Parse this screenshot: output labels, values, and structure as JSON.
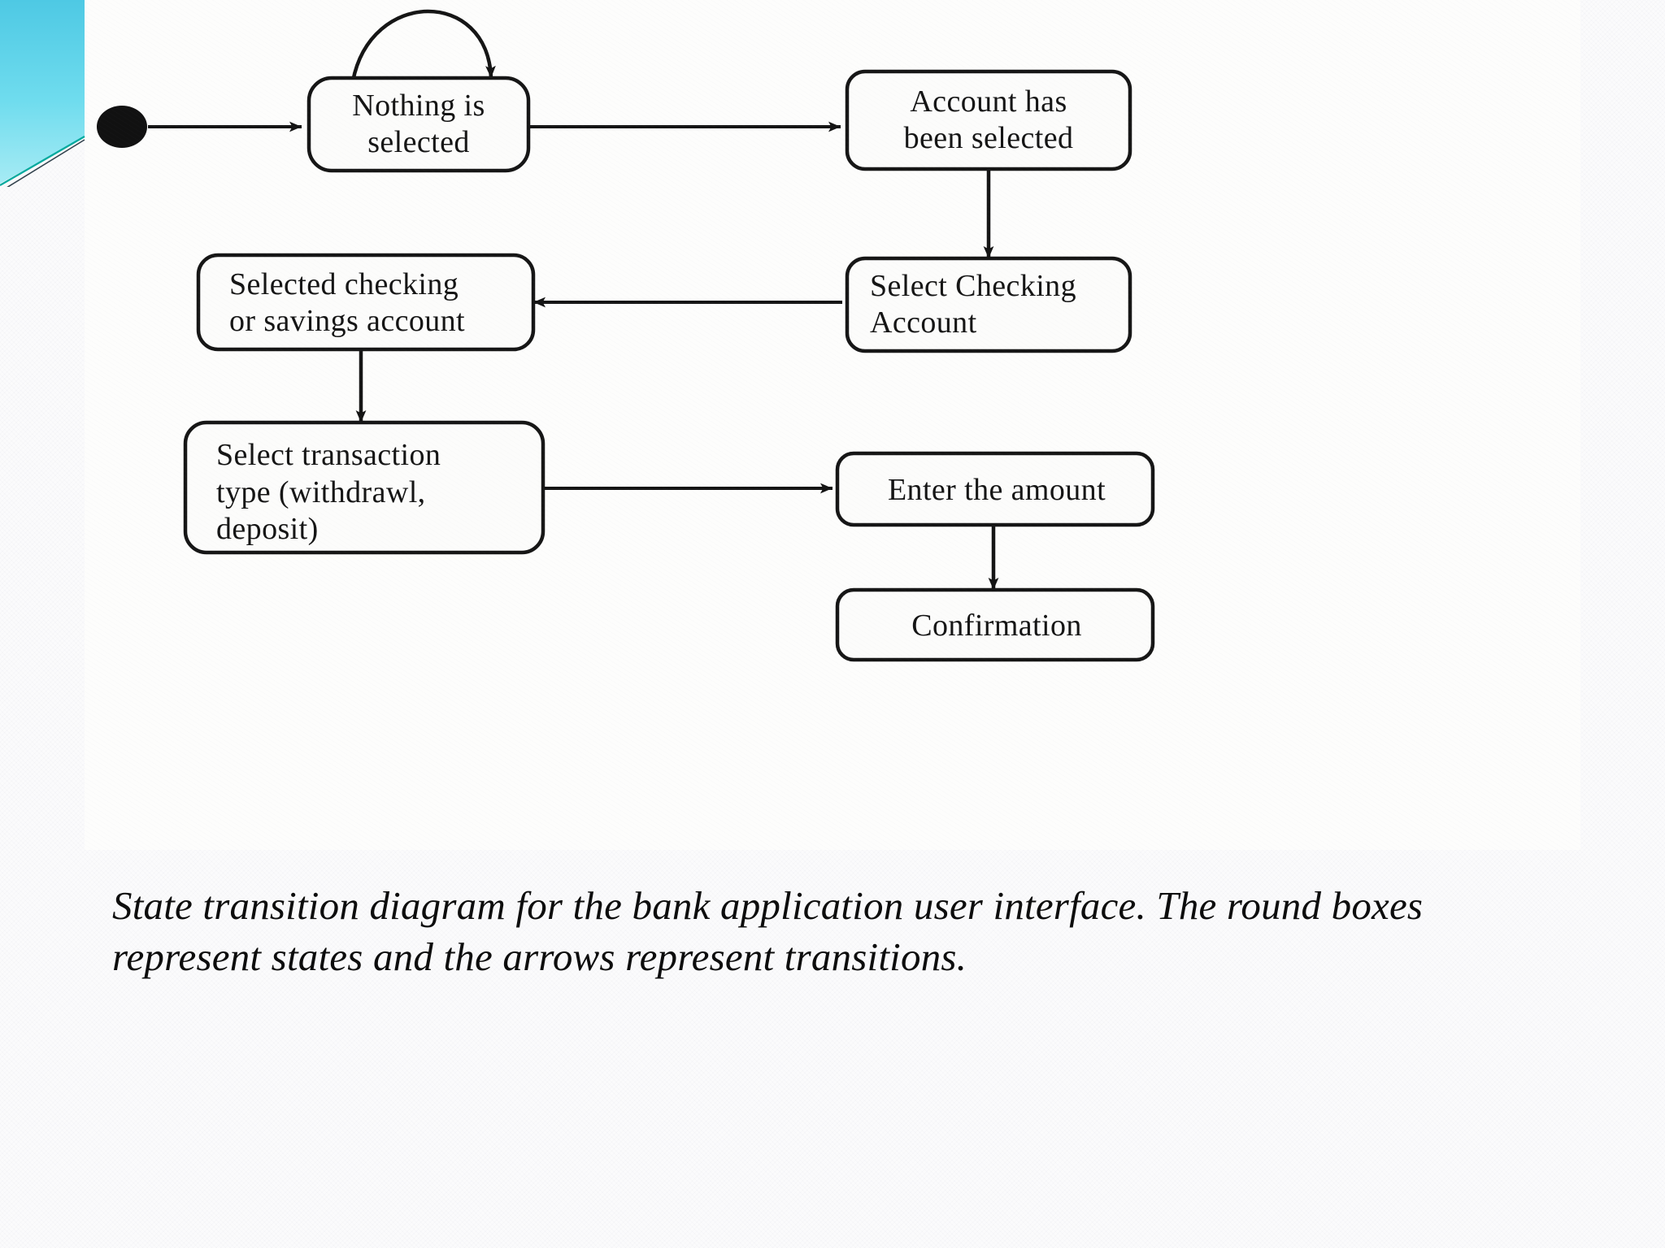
{
  "slide": {
    "background_color": "#fbfbfc",
    "figure_background_color": "#fdfdfc"
  },
  "decoration": {
    "name": "corner-ribbon",
    "colors": {
      "cyan_top": "#5fd3e8",
      "cyan_bottom": "#8fe4f0",
      "teal_line": "#00a99d",
      "dark_line": "#3a4a55"
    }
  },
  "caption": {
    "line1": "State transition diagram for the bank application user interface. The round boxes",
    "line2": "represent states and the arrows represent transitions."
  },
  "chart_data": {
    "type": "diagram",
    "diagram_kind": "uml-state-transition-diagram",
    "title": "State transition diagram for the bank application user interface",
    "nodes": [
      {
        "id": "start",
        "kind": "initial-state",
        "label": ""
      },
      {
        "id": "nothing",
        "kind": "state",
        "label": "Nothing is\nselected",
        "line1": "Nothing is",
        "line2": "selected"
      },
      {
        "id": "account",
        "kind": "state",
        "label": "Account has\nbeen selected",
        "line1": "Account has",
        "line2": "been selected"
      },
      {
        "id": "selectchk",
        "kind": "state",
        "label": "Select Checking\nAccount",
        "line1": "Select Checking",
        "line2": "Account"
      },
      {
        "id": "selected",
        "kind": "state",
        "label": "Selected checking\nor savings account",
        "line1": "Selected checking",
        "line2": "or savings account"
      },
      {
        "id": "transaction",
        "kind": "state",
        "label": "Select transaction\ntype (withdrawl,\ndeposit)",
        "line1": "Select transaction",
        "line2": "type (withdrawl,",
        "line3": "deposit)"
      },
      {
        "id": "amount",
        "kind": "state",
        "label": "Enter the amount",
        "line1": "Enter the amount"
      },
      {
        "id": "confirm",
        "kind": "state",
        "label": "Confirmation",
        "line1": "Confirmation"
      }
    ],
    "edges": [
      {
        "from": "start",
        "to": "nothing",
        "label": "",
        "shape": "straight-right"
      },
      {
        "from": "nothing",
        "to": "nothing",
        "label": "",
        "shape": "self-loop-top"
      },
      {
        "from": "nothing",
        "to": "account",
        "label": "",
        "shape": "straight-right"
      },
      {
        "from": "account",
        "to": "selectchk",
        "label": "",
        "shape": "straight-down"
      },
      {
        "from": "selectchk",
        "to": "selected",
        "label": "",
        "shape": "straight-left"
      },
      {
        "from": "selected",
        "to": "transaction",
        "label": "",
        "shape": "straight-down"
      },
      {
        "from": "transaction",
        "to": "amount",
        "label": "",
        "shape": "straight-right"
      },
      {
        "from": "amount",
        "to": "confirm",
        "label": "",
        "shape": "straight-down"
      }
    ],
    "legend": "The round boxes represent states and the arrows represent transitions.",
    "stroke_color": "#1a1a1a",
    "node_fill": "#fcfcfb"
  }
}
